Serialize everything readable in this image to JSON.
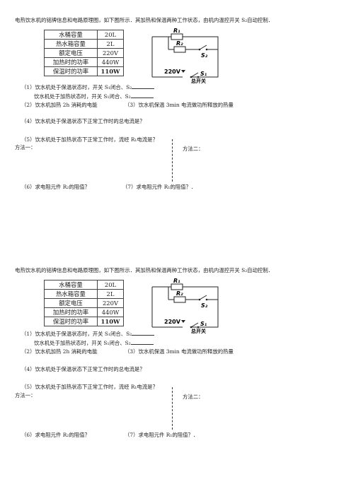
{
  "sheets": [
    {
      "intro": "电热饮水机的铭牌信息和电路原理图，如下图所示．其加热和保温两种工作状态，由机内温控开关 S₂自动控制．",
      "table": [
        {
          "label": "水桶容量",
          "value": "20L"
        },
        {
          "label": "热水箱容量",
          "value": "2L"
        },
        {
          "label": "额定电压",
          "value": "220V"
        },
        {
          "label": "加热时的功率",
          "value": "440W"
        },
        {
          "label": "保温时的功率",
          "value": "110W"
        }
      ],
      "circuit": {
        "r1": "R₁",
        "r2": "R₂",
        "s2": "S₂",
        "voltage": "220V",
        "s1": "S₁",
        "main_switch": "总开关"
      },
      "q1a": "（1）饮水机处于保温状态时，开关 S₁闭合、S₂",
      "q1b": "饮水机处于加热状态时，开关 S₁闭合、S₂",
      "q2": "（2）饮水机加热 2h 消耗的电能",
      "q3": "（3）饮水机保温 3min 电流做功所释放的热量",
      "q4": "（4）饮水机处于保温状态下正常工作时的总电流是？",
      "q5": "（5）饮水机处于加热状态下正常工作时，流经 R₁电流是？",
      "method1": "方法一：",
      "method2": "方法二：",
      "q6": "（6）求电阻元件 R₂的阻值？",
      "q7": "（7）求电阻元件 R₁的阻值？．"
    },
    {
      "intro": "电热饮水机的铭牌信息和电路原理图，如下图所示．其加热和保温两种工作状态，由机内温控开关 S₂自动控制．",
      "table": [
        {
          "label": "水桶容量",
          "value": "20L"
        },
        {
          "label": "热水箱容量",
          "value": "2L"
        },
        {
          "label": "额定电压",
          "value": "220V"
        },
        {
          "label": "加热时的功率",
          "value": "440W"
        },
        {
          "label": "保温时的功率",
          "value": "110W"
        }
      ],
      "circuit": {
        "r1": "R₁",
        "r2": "R₂",
        "s2": "S₂",
        "voltage": "220V",
        "s1": "S₁",
        "main_switch": "总开关"
      },
      "q1a": "（1）饮水机处于保温状态时，开关 S₁闭合、S₂",
      "q1b": "饮水机处于加热状态时，开关 S₁闭合、S₂",
      "q2": "（2）饮水机加热 2h 消耗的电能",
      "q3": "（3）饮水机保温 3min 电流做功所释放的热量",
      "q4": "（4）饮水机处于保温状态下正常工作时的总电流是？",
      "q5": "（5）饮水机处于加热状态下正常工作时，流经 R₁电流是？",
      "method1": "方法一：",
      "method2": "方法二：",
      "q6": "（6）求电阻元件 R₂的阻值？",
      "q7": "（7）求电阻元件 R₁的阻值？．"
    }
  ]
}
